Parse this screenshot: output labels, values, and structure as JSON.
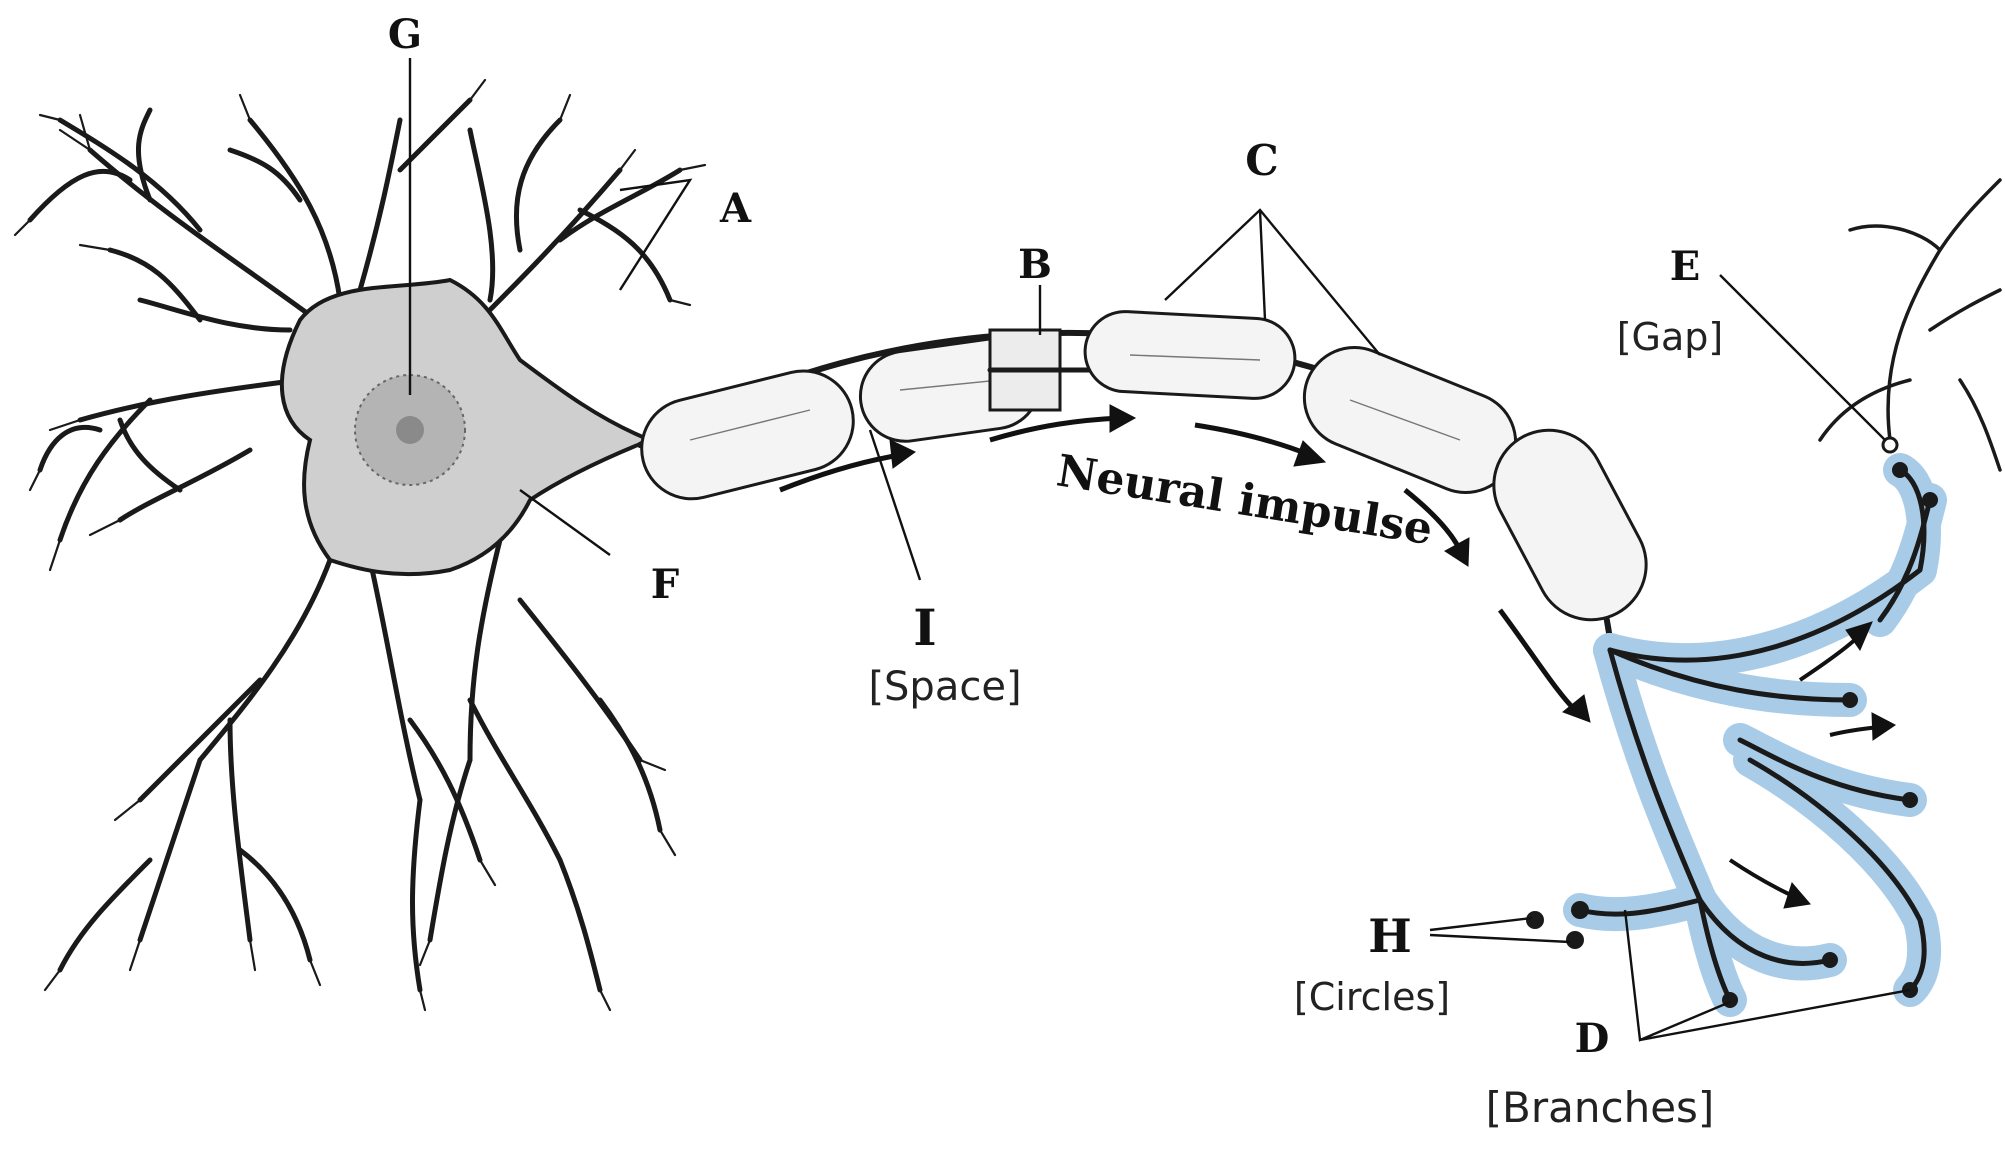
{
  "diagram": {
    "labels": {
      "A": "A",
      "B": "B",
      "C": "C",
      "D": "D",
      "E": "E",
      "F": "F",
      "G": "G",
      "H": "H",
      "I": "I"
    },
    "annotations": {
      "impulse": "Neural impulse",
      "space": "[Space]",
      "gap": "[Gap]",
      "circles": "[Circles]",
      "branches": "[Branches]"
    },
    "colors": {
      "ink": "#1a1a1a",
      "highlight": "#a8cce8",
      "soma": "#c8c8c8"
    }
  }
}
